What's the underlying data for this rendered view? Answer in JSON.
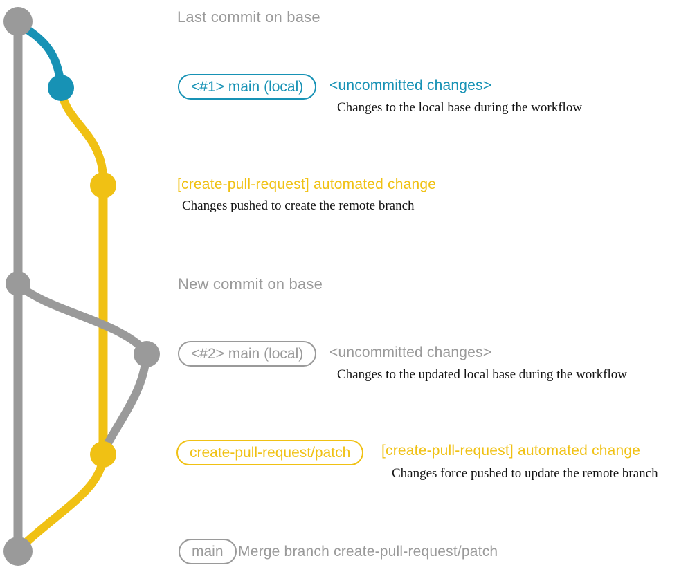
{
  "colors": {
    "gray": "#9a9a9a",
    "blue": "#1792b5",
    "yellow": "#f0c114",
    "ink": "#141414"
  },
  "annotations": {
    "last_commit_on_base": "Last commit on base",
    "new_commit_on_base": "New commit on base",
    "uncommitted_1": {
      "badge": "<#1> main (local)",
      "title": "<uncommitted changes>",
      "desc": "Changes to the local base during the workflow"
    },
    "push_create": {
      "title": "[create-pull-request] automated change",
      "desc": "Changes pushed to create the remote branch"
    },
    "uncommitted_2": {
      "badge": "<#2> main (local)",
      "title": "<uncommitted changes>",
      "desc": "Changes to the updated local base during the workflow"
    },
    "force_push": {
      "badge": "create-pull-request/patch",
      "title": "[create-pull-request] automated change",
      "desc": "Changes force pushed to update the remote branch"
    },
    "merge": {
      "badge": "main",
      "title": "Merge branch create-pull-request/patch"
    }
  }
}
